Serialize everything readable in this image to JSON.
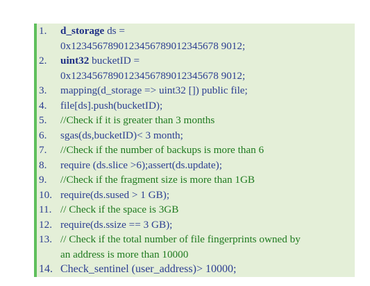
{
  "code": {
    "lines": [
      {
        "num": "1.",
        "kw": "d_storage",
        "text1": " ds =",
        "text2": "0x1234567890123456789012345678 9012;"
      },
      {
        "num": "2.",
        "kw": "uint32",
        "text1": " bucketID =",
        "text2": "0x1234567890123456789012345678 9012;"
      },
      {
        "num": "3.",
        "text": "mapping(d_storage => uint32 []) public file;"
      },
      {
        "num": "4.",
        "text": "file[ds].push(bucketID);"
      },
      {
        "num": "5.",
        "comment": "//Check if it is greater than 3 months"
      },
      {
        "num": "6.",
        "text": "sgas(ds,bucketID)< 3 month;"
      },
      {
        "num": "7.",
        "comment": "//Check if the number of backups is more than 6"
      },
      {
        "num": "8.",
        "text": "require (ds.slice >6);assert(ds.update);"
      },
      {
        "num": "9.",
        "comment": "//Check if the fragment size is more than 1GB"
      },
      {
        "num": "10.",
        "text": "require(ds.sused > 1 GB);"
      },
      {
        "num": "11.",
        "comment": "// Check if the space is 3GB"
      },
      {
        "num": "12.",
        "text": "require(ds.ssize == 3 GB);"
      },
      {
        "num": "13.",
        "comment1": "// Check if the total number of file fingerprints owned by",
        "comment2": "an address is more than 10000"
      },
      {
        "num": "14.",
        "text": "Check_sentinel (user_address)> 10000;"
      }
    ]
  },
  "colors": {
    "background": "#e4efd8",
    "border": "#5fbf5c",
    "code_text": "#2c3e91",
    "comment_text": "#1f7a1f"
  }
}
